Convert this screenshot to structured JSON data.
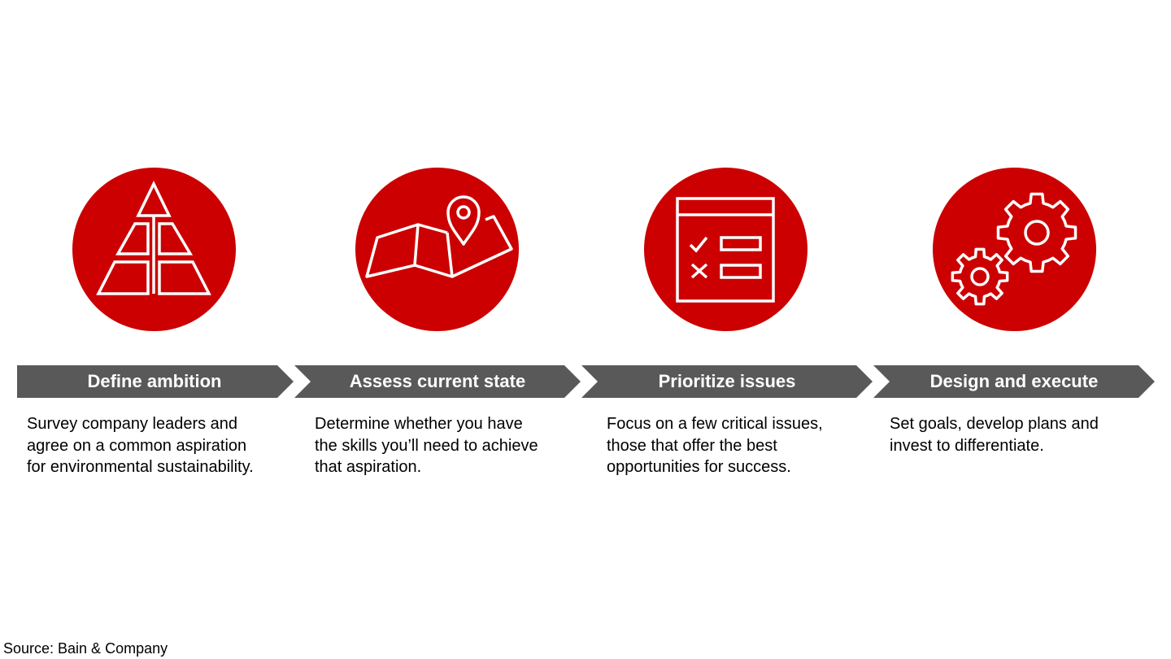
{
  "colors": {
    "accent": "#cc0000",
    "chevron": "#595959",
    "text": "#000000",
    "icon_stroke": "#ffffff"
  },
  "steps": [
    {
      "title": "Define ambition",
      "icon": "pyramid-icon",
      "description": [
        "Survey company leaders and",
        "agree on a common aspiration",
        "for environmental sustainability."
      ]
    },
    {
      "title": "Assess current state",
      "icon": "map-pin-icon",
      "description": [
        "Determine whether you have",
        "the skills you’ll need to achieve",
        "that aspiration."
      ]
    },
    {
      "title": "Prioritize issues",
      "icon": "checklist-icon",
      "description": [
        "Focus on a few critical issues,",
        "those that offer the best",
        "opportunities for success."
      ]
    },
    {
      "title": "Design and execute",
      "icon": "gears-icon",
      "description": [
        "Set goals, develop plans and",
        "invest to differentiate."
      ]
    }
  ],
  "source": "Source: Bain & Company"
}
